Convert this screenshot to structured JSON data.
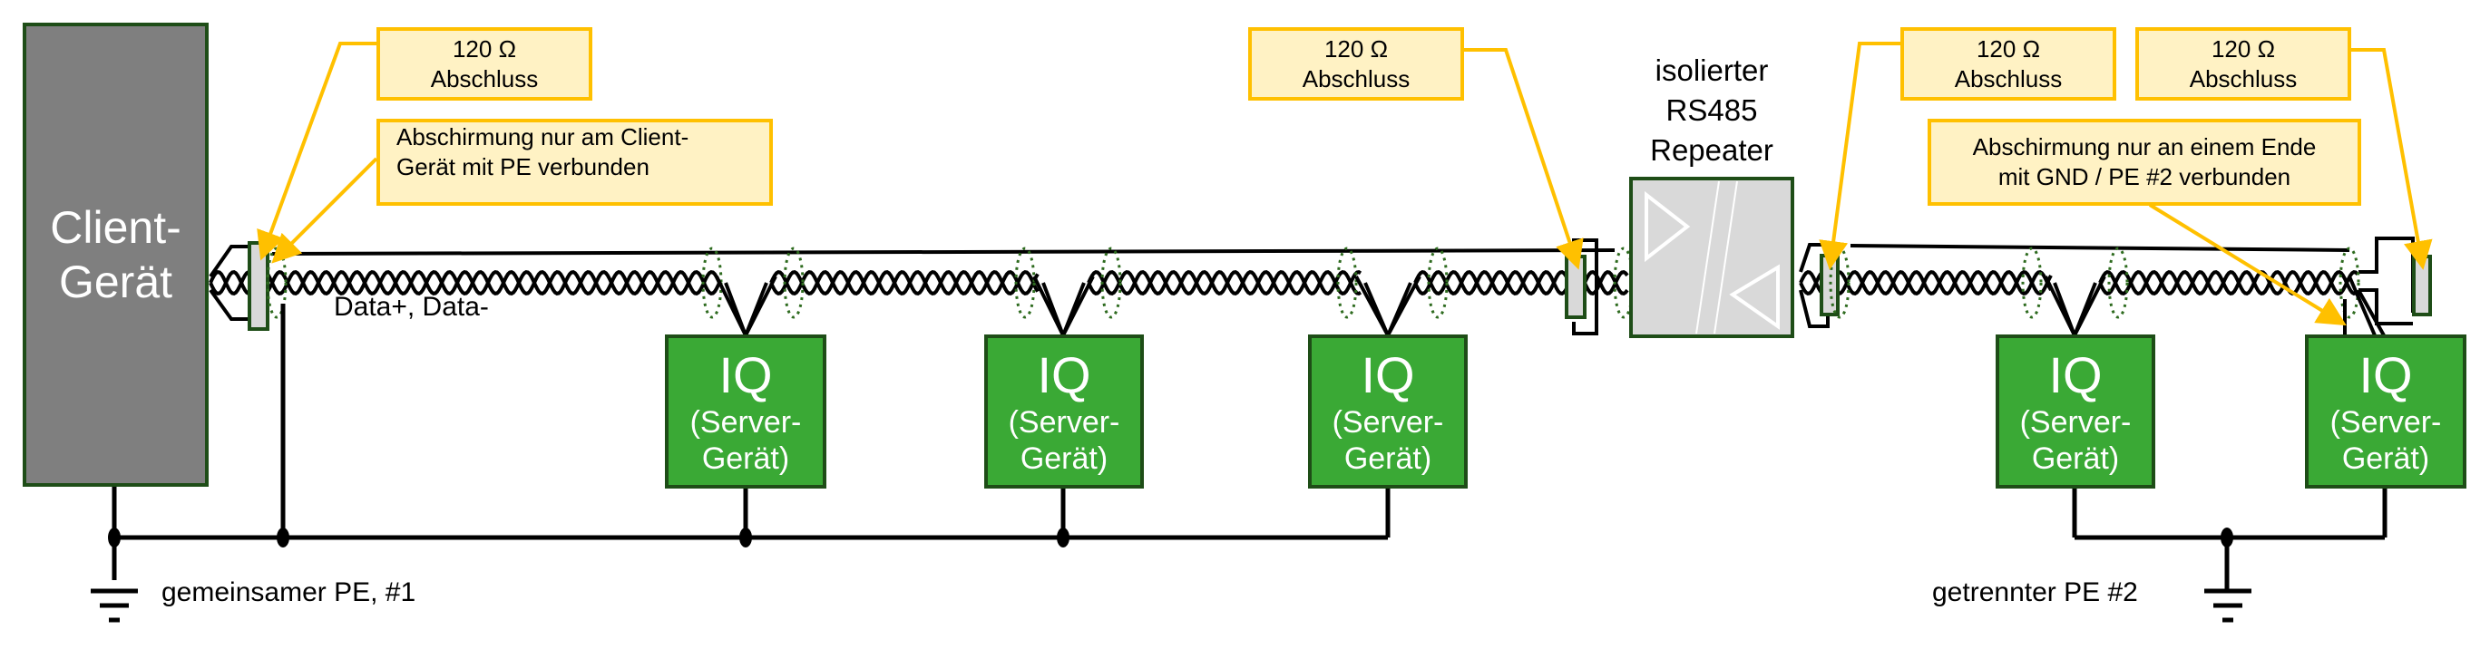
{
  "diagram": {
    "client_device": {
      "line1": "Client-",
      "line2": "Gerät"
    },
    "data_label": "Data+, Data-",
    "repeater": {
      "line1": "isolierter",
      "line2": "RS485",
      "line3": "Repeater"
    },
    "callouts": {
      "termination_1": {
        "line1": "120 Ω",
        "line2": "Abschluss"
      },
      "shield_client": {
        "line1": "Abschirmung nur am Client-",
        "line2": "Gerät mit PE verbunden"
      },
      "termination_2": {
        "line1": "120 Ω",
        "line2": "Abschluss"
      },
      "termination_3": {
        "line1": "120 Ω",
        "line2": "Abschluss"
      },
      "termination_4": {
        "line1": "120 Ω",
        "line2": "Abschluss"
      },
      "shield_one_end": {
        "line1": "Abschirmung nur an einem Ende",
        "line2": "mit GND / PE #2 verbunden"
      }
    },
    "server_devices": [
      {
        "title": "IQ",
        "line1": "(Server-",
        "line2": "Gerät)"
      },
      {
        "title": "IQ",
        "line1": "(Server-",
        "line2": "Gerät)"
      },
      {
        "title": "IQ",
        "line1": "(Server-",
        "line2": "Gerät)"
      },
      {
        "title": "IQ",
        "line1": "(Server-",
        "line2": "Gerät)"
      },
      {
        "title": "IQ",
        "line1": "(Server-",
        "line2": "Gerät)"
      }
    ],
    "ground_1_label": "gemeinsamer PE, #1",
    "ground_2_label": "getrennter PE #2",
    "colors": {
      "callout_fill": "#fff2c4",
      "callout_border": "#ffc000",
      "server_fill": "#3aa935",
      "client_fill": "#7f7f7f",
      "device_border": "#1e4d17",
      "repeater_fill": "#d9d9d9",
      "shield_dots": "#2e6b1f"
    }
  }
}
